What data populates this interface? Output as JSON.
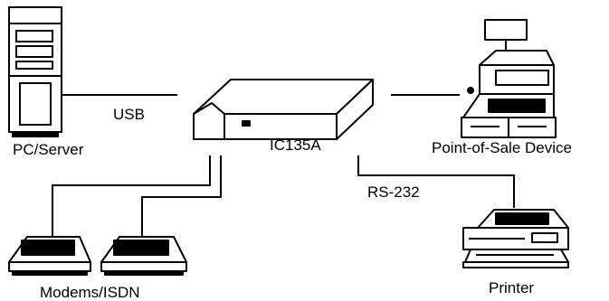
{
  "labels": {
    "pc": "PC/Server",
    "usb": "USB",
    "hub": "IC135A",
    "pos": "Point-of-Sale Device",
    "rs232": "RS-232",
    "modems": "Modems/ISDN",
    "printer": "Printer"
  }
}
